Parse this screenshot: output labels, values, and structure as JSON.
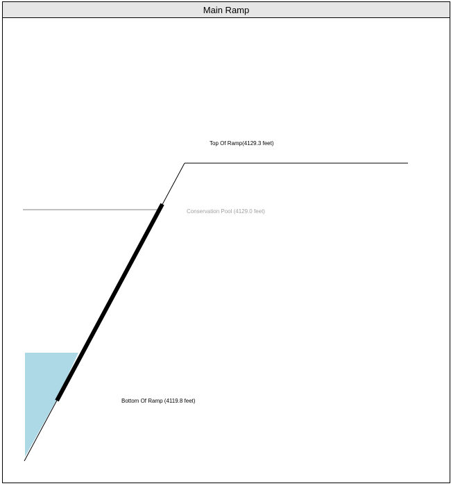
{
  "title": "Main Ramp",
  "labels": {
    "top_of_ramp": "Top Of Ramp(4129.3 feet)",
    "conservation_pool": "Conservation Pool (4129.0 feet)",
    "bottom_of_ramp": "Bottom Of Ramp (4119.8 feet)"
  },
  "colors": {
    "water": "#add8e6",
    "ramp_line": "#000000",
    "ramp_section": "#000000",
    "pool_line": "#808080",
    "pool_label": "#a0a0a0",
    "label_text": "#000000",
    "title_bg": "#e6e6e6"
  }
}
